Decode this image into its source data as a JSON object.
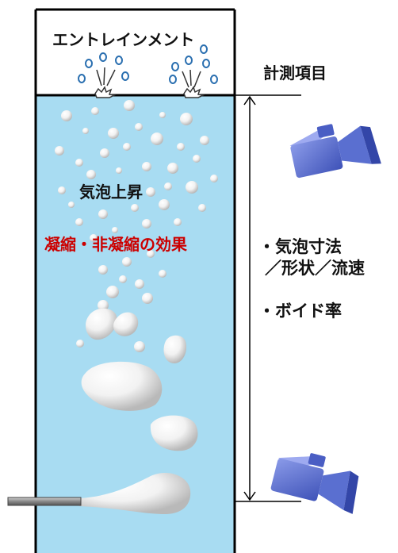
{
  "labels": {
    "entrainment": "エントレインメント",
    "measurement_items": "計測項目",
    "bubble_rise": "気泡上昇",
    "effect": "凝縮・非凝縮の効果",
    "bubble_size_line1": "・気泡寸法",
    "bubble_size_line2": "／形状／流速",
    "void_fraction": "・ボイド率"
  },
  "colors": {
    "water": "#a8dcf2",
    "effect_text": "#cc0000",
    "camera": "#5a6fd0"
  },
  "icons": [
    "camera-icon",
    "camera-icon",
    "injection-nozzle"
  ]
}
